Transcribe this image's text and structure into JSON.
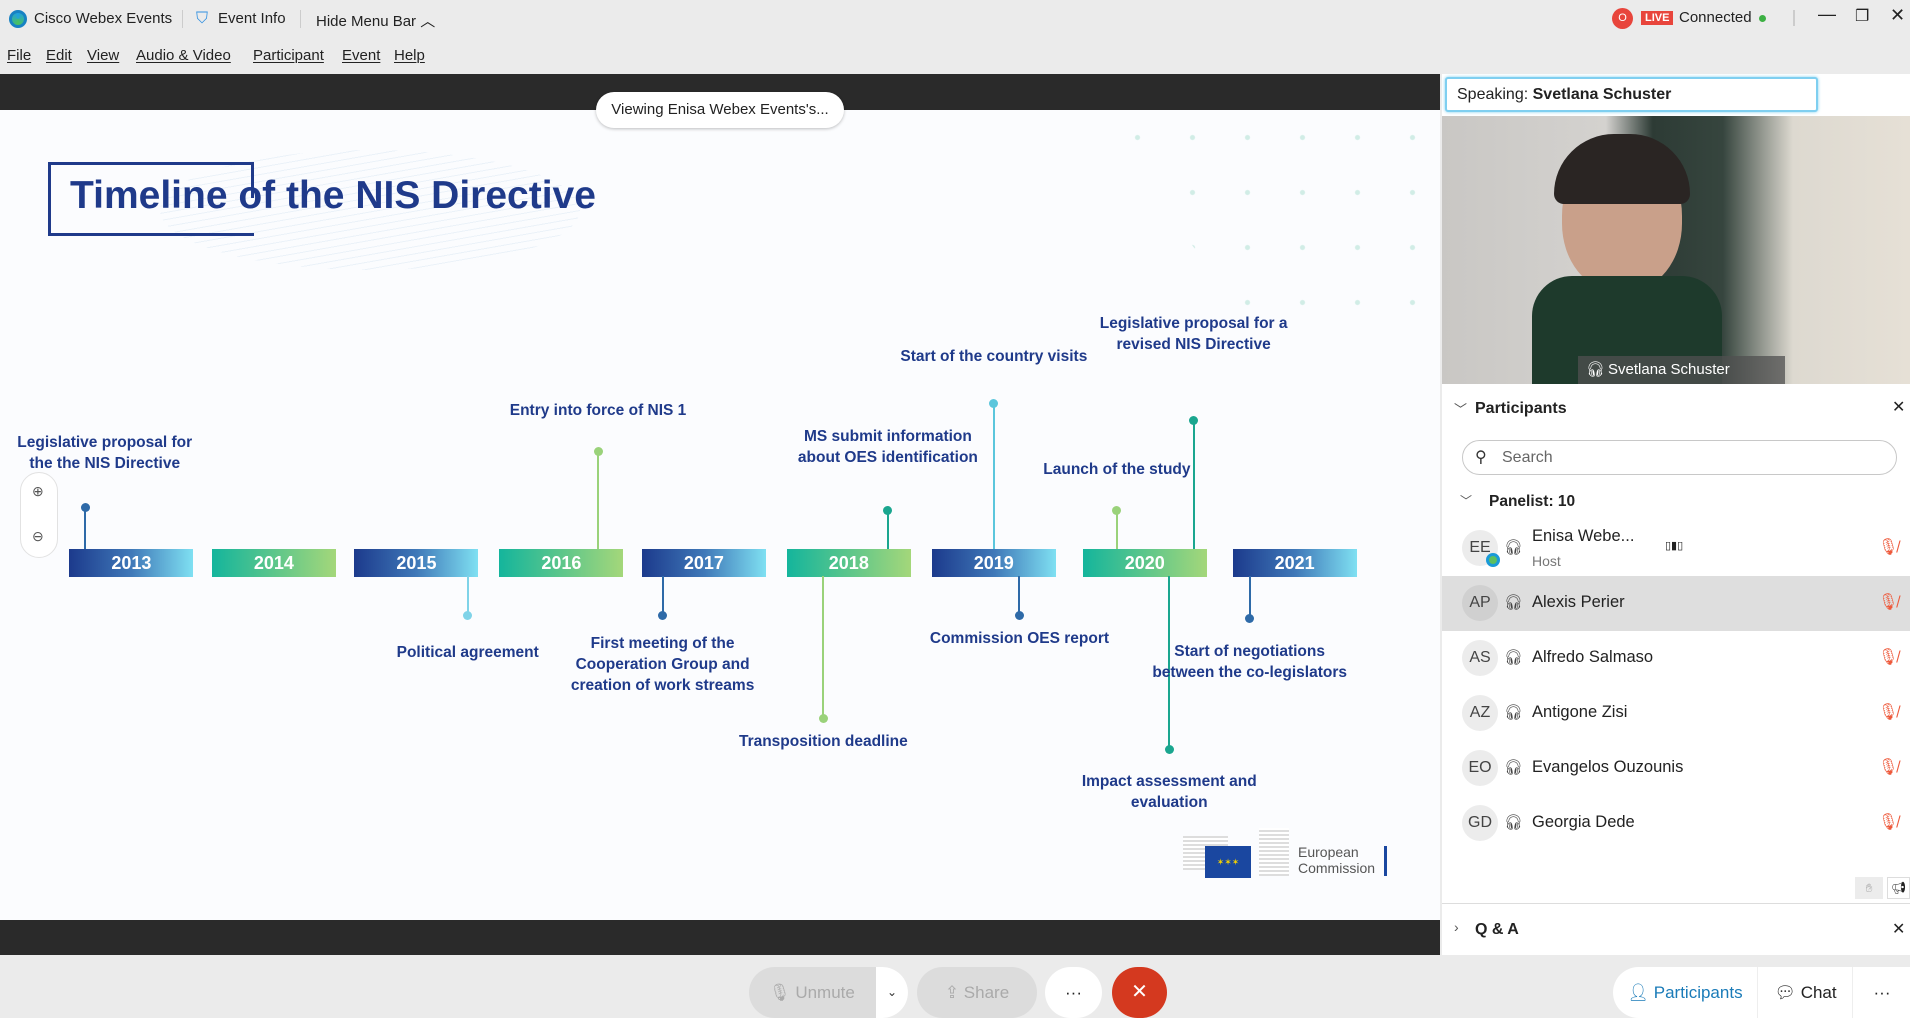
{
  "titlebar": {
    "app_name": "Cisco Webex Events",
    "event_info": "Event Info",
    "hide_menu": "Hide Menu Bar",
    "live": "LIVE",
    "status": "Connected"
  },
  "menu": [
    "File",
    "Edit",
    "View",
    "Audio & Video",
    "Participant",
    "Event",
    "Help"
  ],
  "stage": {
    "viewing": "Viewing Enisa Webex Events's..."
  },
  "slide": {
    "title": "Timeline of the NIS Directive",
    "years": [
      "2013",
      "2014",
      "2015",
      "2016",
      "2017",
      "2018",
      "2019",
      "2020",
      "2021"
    ],
    "events": [
      "Legislative proposal for the the NIS Directive",
      "Political agreement",
      "Entry into force of NIS 1",
      "First meeting of the Cooperation Group and creation of work streams",
      "Transposition deadline",
      "MS submit information about OES identification",
      "Start of the country visits",
      "Commission OES report",
      "Launch of the study",
      "Legislative proposal for a revised NIS Directive",
      "Impact assessment and evaluation",
      "Start of negotiations between the co-legislators"
    ],
    "logo_text_1": "European",
    "logo_text_2": "Commission"
  },
  "speaker": {
    "label": "Speaking:",
    "name": "Svetlana Schuster",
    "video_name": "Svetlana Schuster"
  },
  "participants": {
    "title": "Participants",
    "search_placeholder": "Search",
    "group": "Panelist: 10",
    "rows": [
      {
        "initials": "EE",
        "name": "Enisa Webe...",
        "role": "Host"
      },
      {
        "initials": "AP",
        "name": "Alexis Perier"
      },
      {
        "initials": "AS",
        "name": "Alfredo Salmaso"
      },
      {
        "initials": "AZ",
        "name": "Antigone Zisi"
      },
      {
        "initials": "EO",
        "name": "Evangelos Ouzounis"
      },
      {
        "initials": "GD",
        "name": "Georgia Dede"
      }
    ]
  },
  "qa": {
    "title": "Q & A"
  },
  "toolbar": {
    "unmute": "Unmute",
    "share": "Share",
    "more": "···",
    "participants": "Participants",
    "chat": "Chat"
  },
  "colors": {
    "accent": "#1f3a8a",
    "end": "#d4391f",
    "live": "#e8453c",
    "connected": "#3cb043"
  }
}
